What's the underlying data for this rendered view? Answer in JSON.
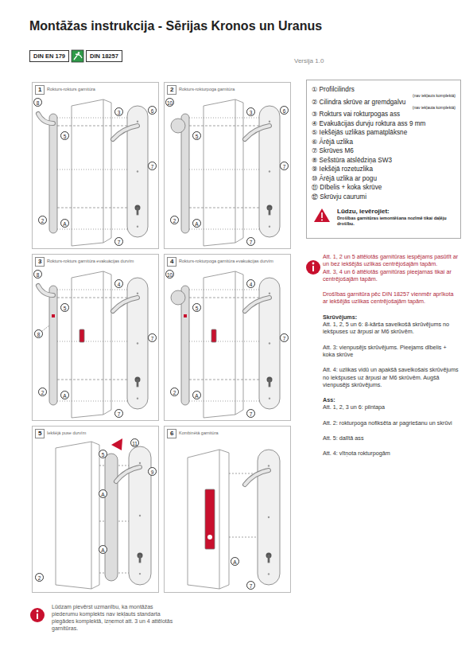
{
  "diagram": {
    "title": "Montāžas instrukcija - Sērijas Kronos un Uranus",
    "nodes": [
      {
        "text": [
          "DIN EN 179"
        ]
      },
      {
        "text": [
          "DIN 18257"
        ]
      },
      {
        "text": [
          "1",
          "Rokturs-rokturs garnitūra"
        ]
      },
      {
        "text": [
          "2",
          "Rokturs-rokturpoga garnitūra"
        ]
      },
      {
        "text": [
          "① Profilcilindrs",
          "(nav iekļauts komplektā)",
          "② Cilindra skrūve ar gremdgalvu",
          "(nav iekļauta komplektā)",
          "③ Rokturs vai rokturpogas ass",
          "④ Evakuācijas durvju roktura ass 9 mm",
          "⑤ Iekšējās uzlikas pamatplāksne",
          "⑥ Ārējā uzlika",
          "⑦ Skrūves M6",
          "⑧ Sešstūra atslēdziņa SW3",
          "⑨ Iekšējā rozetuzlika",
          "⑩ Ārējā uzlika ar pogu",
          "⑪ Dībelis + koka skrūve",
          "⑫ Skrūvju caurumi",
          "Lūdzu, ievērojiet:",
          "Drošības garnitūras iemontēšana nozīmē tikai daļēju drošību."
        ]
      },
      {
        "text": [
          "3",
          "Rokturs-rokturs garnitūra evakuācijas durvīm"
        ]
      },
      {
        "text": [
          "4",
          "Rokturs-rokturpoga garnitūra evakuācijas durvīm"
        ]
      },
      {
        "text": [
          "5",
          "Iekšējā puse durvīm"
        ]
      },
      {
        "text": [
          "6",
          "Kombinētā garnitūra"
        ]
      }
    ],
    "labels": [
      "Versija 1.0",
      "8",
      "3",
      "6",
      "5",
      "7",
      "2",
      "A",
      "7",
      "10",
      "3",
      "6",
      "5",
      "7",
      "2",
      "A",
      "7",
      "8",
      "8",
      "4",
      "5",
      "7",
      "2",
      "A",
      "7",
      "10",
      "4",
      "5",
      "7",
      "2",
      "A",
      "7",
      "11",
      "5",
      "9",
      "A",
      "A",
      "2",
      "A",
      "7",
      "Att. 1, 2 un 5 attēlotās garnitūras iespējams pasūtīt ar un bez iekšējās uzlikas centrējošajām tapām.",
      "Att. 3, 4 un 6 attēlotās garnitūras pieejamas tikai ar centrējošajām tapām.",
      "Drošības garnitūra pēc DIN 18257 vienmēr aprīkota ar iekšējās uzlikas centrējošajām tapām.",
      "Skrūvējums:",
      "Att. 1, 2, 5 un 6: 8-kārša savelkošā skrūvējums no iekšpuses uz ārpusi ar M6 skrūvēm.",
      "Att. 3: vienpusējs skrūvējums. Pieejams dībelis + koka skrūve",
      "Att. 4: uzlikas vidū un apakšā savelkošais skrūvējums no iekšpuses uz ārpusi ar M6 skrūvēm. Augšā vienpusējs skrūvējums.",
      "Ass:",
      "Att. 1, 2, 3 un 6: pilntapa",
      "Att. 2: rokturpoga nofiksēta ar pagriešanu un skrūvi",
      "Att. 5: dalītā ass",
      "Att. 4: vītņota rokturpogām",
      "Lūdzam pievērst uzmanību, ka montāžas piederumu komplekts nav iekļauts standarta piegādes komplektā, izņemot att. 3 un 4 attēlotās garnitūras."
    ]
  }
}
